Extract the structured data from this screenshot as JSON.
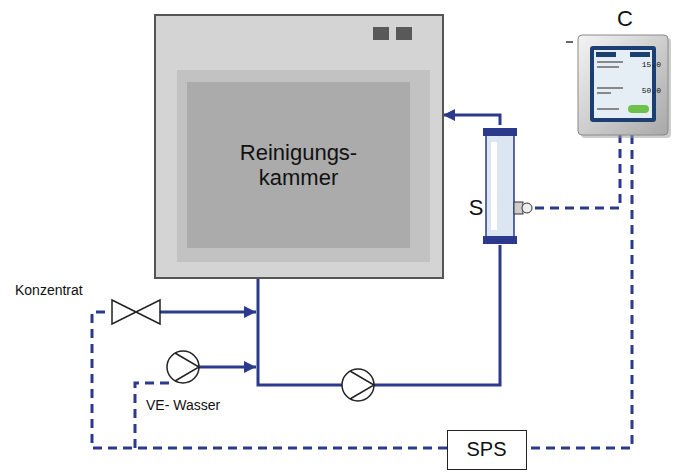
{
  "diagram": {
    "nodes": [
      {
        "text": [
          "Reinigungs- kammer"
        ]
      },
      {
        "text": [
          "C",
          "15.0",
          "50.0"
        ]
      },
      {
        "text": [
          "S"
        ]
      },
      {
        "text": [
          "SPS"
        ]
      }
    ],
    "edges": [
      {
        "from": 0,
        "to": 2,
        "arrow": "none"
      },
      {
        "from": 2,
        "to": 0,
        "arrow": "to"
      },
      {
        "from": 2,
        "to": 1,
        "arrow": "none"
      },
      {
        "from": 1,
        "to": 3,
        "arrow": "none"
      }
    ],
    "labels": [
      "Konzentrat",
      "VE- Wasser"
    ]
  }
}
